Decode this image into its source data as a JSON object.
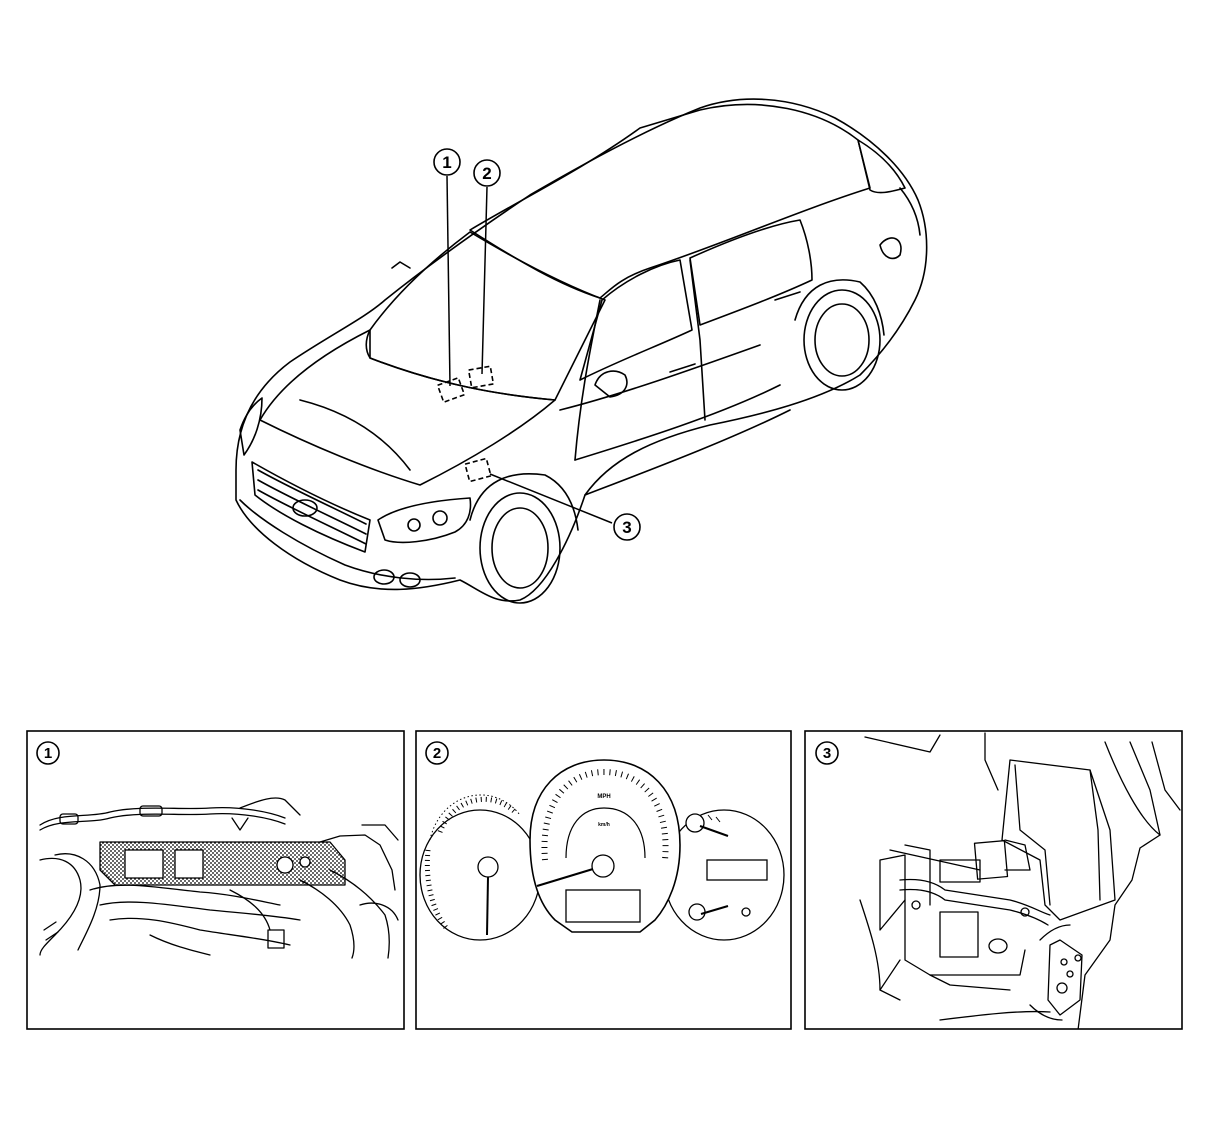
{
  "callouts": {
    "c1": "1",
    "c2": "2",
    "c3": "3"
  },
  "panels": [
    {
      "number": "1",
      "icon": "harness-connector-icon"
    },
    {
      "number": "2",
      "icon": "combination-meter-icon"
    },
    {
      "number": "3",
      "icon": "ipdm-engine-room-icon"
    }
  ],
  "colors": {
    "line": "#000000",
    "background": "#ffffff",
    "component_fill": "#9a9a9a"
  }
}
